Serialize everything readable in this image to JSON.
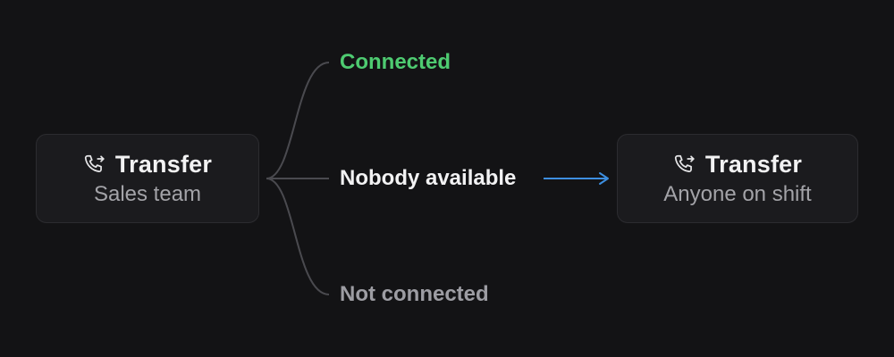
{
  "colors": {
    "background": "#131315",
    "node_fill": "#1b1b1e",
    "node_border": "#2c2c30",
    "connector": "#4a4a4f",
    "arrow": "#3d8fe0",
    "connected": "#4ecb71",
    "nobody": "#f2f2f3",
    "not_connected": "#9d9da3"
  },
  "nodes": {
    "source": {
      "icon": "phone-transfer-icon",
      "title": "Transfer",
      "subtitle": "Sales team"
    },
    "target": {
      "icon": "phone-transfer-icon",
      "title": "Transfer",
      "subtitle": "Anyone on shift"
    }
  },
  "branches": {
    "connected": "Connected",
    "nobody_available": "Nobody available",
    "not_connected": "Not connected"
  }
}
